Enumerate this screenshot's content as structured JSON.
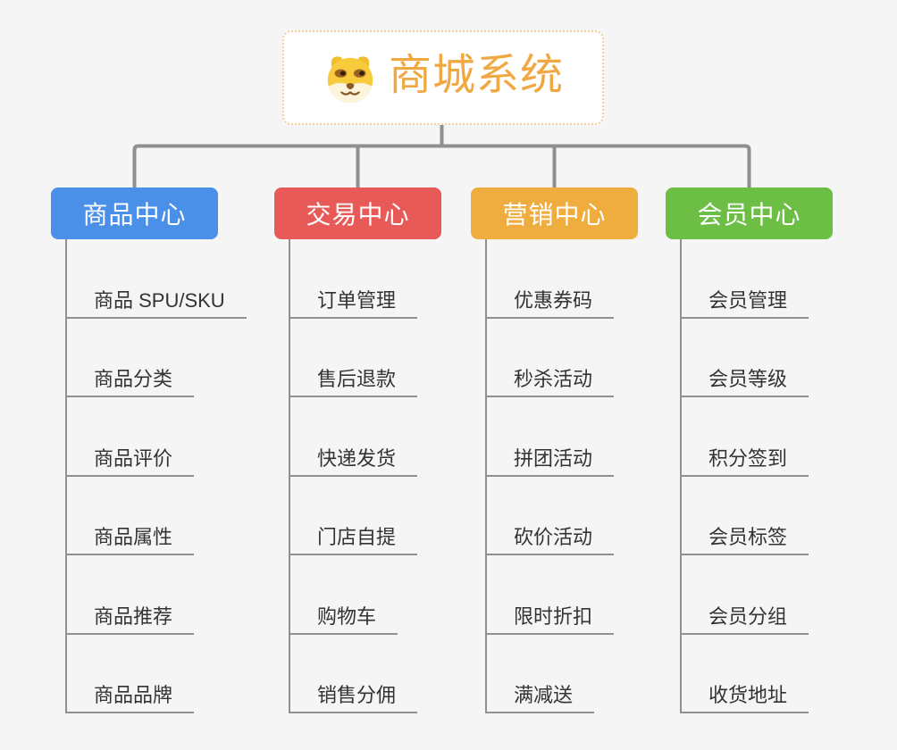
{
  "page": {
    "background_color": "#f5f5f6",
    "connector_color": "#8f8f8f"
  },
  "root": {
    "title": "商城系统",
    "title_color": "#f0a843",
    "border_color": "#f3cd96",
    "icon": "dog-face-icon"
  },
  "branches": [
    {
      "label": "商品中心",
      "color": "#4a8fe8",
      "children": [
        "商品 SPU/SKU",
        "商品分类",
        "商品评价",
        "商品属性",
        "商品推荐",
        "商品品牌"
      ]
    },
    {
      "label": "交易中心",
      "color": "#e85a58",
      "children": [
        "订单管理",
        "售后退款",
        "快递发货",
        "门店自提",
        "购物车",
        "销售分佣"
      ]
    },
    {
      "label": "营销中心",
      "color": "#efad40",
      "children": [
        "优惠券码",
        "秒杀活动",
        "拼团活动",
        "砍价活动",
        "限时折扣",
        "满减送"
      ]
    },
    {
      "label": "会员中心",
      "color": "#6cbe45",
      "children": [
        "会员管理",
        "会员等级",
        "积分签到",
        "会员标签",
        "会员分组",
        "收货地址"
      ]
    }
  ]
}
